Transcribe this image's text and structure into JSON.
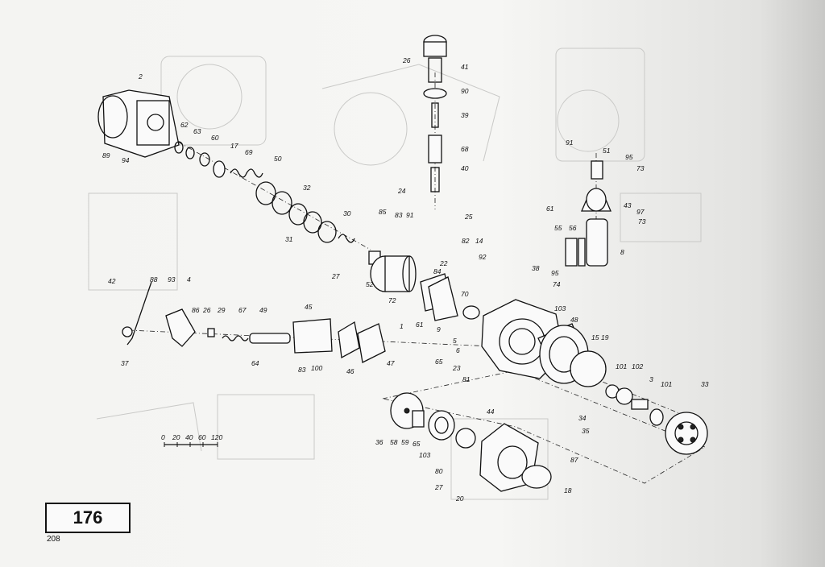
{
  "figure_number": "176",
  "page_number": "208",
  "scale_bar": {
    "ticks": [
      "0",
      "20",
      "40",
      "60",
      "120"
    ]
  },
  "part_labels": [
    "2",
    "89",
    "94",
    "62",
    "63",
    "60",
    "17",
    "69",
    "50",
    "32",
    "31",
    "30",
    "26",
    "41",
    "90",
    "39",
    "68",
    "40",
    "24",
    "85",
    "83",
    "91",
    "25",
    "82",
    "14",
    "22",
    "84",
    "92",
    "38",
    "95",
    "74",
    "70",
    "72",
    "1",
    "61",
    "9",
    "5",
    "6",
    "65",
    "23",
    "81",
    "103",
    "48",
    "15",
    "19",
    "101",
    "102",
    "3",
    "101",
    "33",
    "34",
    "35",
    "36",
    "58",
    "59",
    "65",
    "103",
    "44",
    "80",
    "27",
    "20",
    "18",
    "87",
    "42",
    "88",
    "93",
    "4",
    "86",
    "26",
    "29",
    "67",
    "49",
    "45",
    "37",
    "64",
    "83",
    "100",
    "46",
    "47",
    "91",
    "51",
    "95",
    "73",
    "43",
    "61",
    "97",
    "73",
    "55",
    "56",
    "8",
    "27",
    "52"
  ]
}
